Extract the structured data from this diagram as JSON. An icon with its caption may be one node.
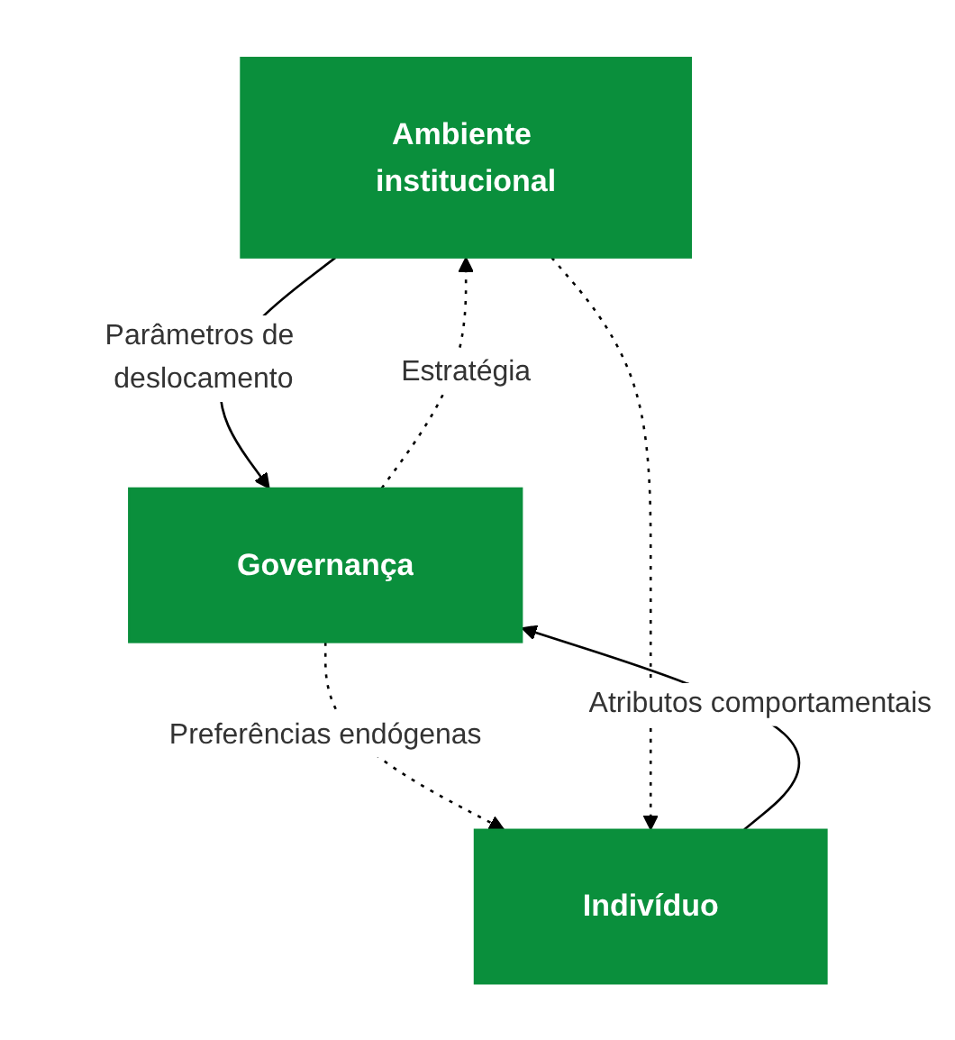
{
  "diagram": {
    "nodes": [
      {
        "text": [
          "Ambiente institucional"
        ]
      },
      {
        "text": [
          "Governança"
        ]
      },
      {
        "text": [
          "Indivíduo"
        ]
      }
    ],
    "edges": [
      {
        "from": 0,
        "to": 1,
        "arrow": "to",
        "label": "Parâmetros de deslocamento"
      },
      {
        "from": 1,
        "to": 0,
        "arrow": "to",
        "style": "dashed",
        "label": "Estratégia"
      },
      {
        "from": 1,
        "to": 2,
        "arrow": "to",
        "style": "dashed",
        "label": "Preferências endógenas"
      },
      {
        "from": 2,
        "to": 1,
        "arrow": "to",
        "label": "Atributos comportamentais"
      },
      {
        "from": 0,
        "to": 2,
        "arrow": "to",
        "style": "dashed"
      }
    ]
  }
}
